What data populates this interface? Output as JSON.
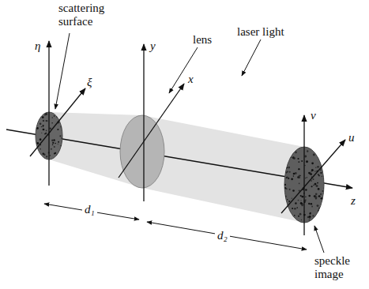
{
  "diagram": {
    "labels": [
      "scattering surface",
      "η",
      "ξ",
      "y",
      "lens",
      "x",
      "laser light",
      "v",
      "u",
      "z",
      "d₁",
      "d₂",
      "speckle image"
    ]
  }
}
